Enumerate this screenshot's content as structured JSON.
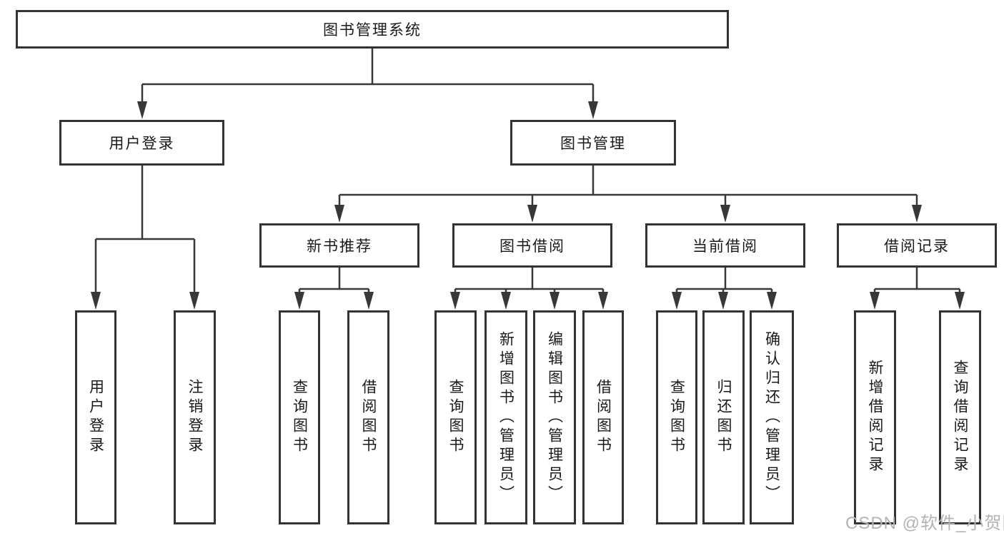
{
  "diagram": {
    "title": "图书管理系统",
    "watermark": "CSDN @软件_小贺同学",
    "colors": {
      "line": "#383838",
      "box_border": "#333333",
      "text": "#1a1a1a",
      "watermark": "#b3b3b3",
      "background": "#ffffff"
    },
    "tree": {
      "root": {
        "label": "图书管理系统"
      },
      "level2": [
        {
          "label": "用户登录"
        },
        {
          "label": "图书管理"
        }
      ],
      "level3": [
        {
          "label": "新书推荐",
          "parent": "图书管理"
        },
        {
          "label": "图书借阅",
          "parent": "图书管理"
        },
        {
          "label": "当前借阅",
          "parent": "图书管理"
        },
        {
          "label": "借阅记录",
          "parent": "图书管理"
        }
      ],
      "leaves": [
        {
          "label": "用户登录",
          "parent": "用户登录"
        },
        {
          "label": "注销登录",
          "parent": "用户登录"
        },
        {
          "label": "查询图书",
          "parent": "新书推荐"
        },
        {
          "label": "借阅图书",
          "parent": "新书推荐"
        },
        {
          "label": "查询图书",
          "parent": "图书借阅"
        },
        {
          "label": "新增图书（管理员）",
          "parent": "图书借阅"
        },
        {
          "label": "编辑图书（管理员）",
          "parent": "图书借阅"
        },
        {
          "label": "借阅图书",
          "parent": "图书借阅"
        },
        {
          "label": "查询图书",
          "parent": "当前借阅"
        },
        {
          "label": "归还图书",
          "parent": "当前借阅"
        },
        {
          "label": "确认归还（管理员）",
          "parent": "当前借阅"
        },
        {
          "label": "新增借阅记录",
          "parent": "借阅记录"
        },
        {
          "label": "查询借阅记录",
          "parent": "借阅记录"
        }
      ]
    }
  }
}
